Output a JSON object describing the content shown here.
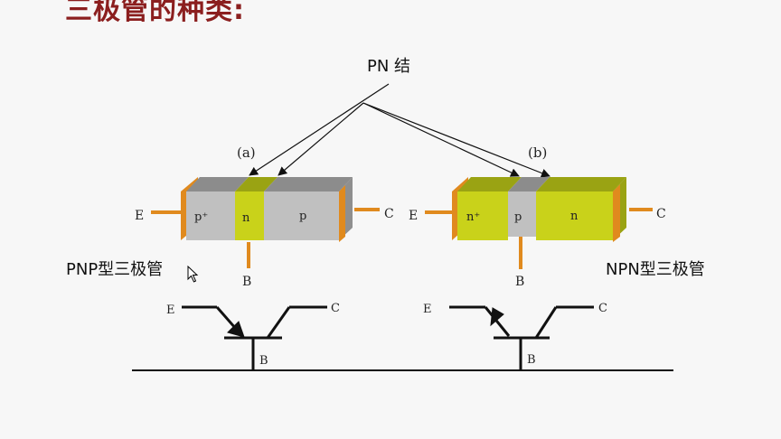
{
  "slide": {
    "title": "三极管的种类:",
    "pn_label": "PN 结",
    "pnp_label": "PNP型三极管",
    "npn_label": "NPN型三极管"
  },
  "diagram_a": {
    "tag": "(a)",
    "regions": [
      "p⁺",
      "n",
      "p"
    ],
    "terminals": {
      "e": "E",
      "b": "B",
      "c": "C"
    }
  },
  "diagram_b": {
    "tag": "(b)",
    "regions": [
      "n⁺",
      "p",
      "n"
    ],
    "terminals": {
      "e": "E",
      "b": "B",
      "c": "C"
    }
  },
  "symbol_pnp": {
    "e": "E",
    "b": "B",
    "c": "C"
  },
  "symbol_npn": {
    "e": "E",
    "b": "B",
    "c": "C"
  },
  "colors": {
    "title": "#8b1e1e",
    "gray_region": "#bdbdbd",
    "yellow_region": "#c8d21a",
    "lead": "#e08a1e",
    "end_cap": "#e08a1e"
  },
  "icons": {
    "cursor": "mouse-pointer-icon"
  }
}
